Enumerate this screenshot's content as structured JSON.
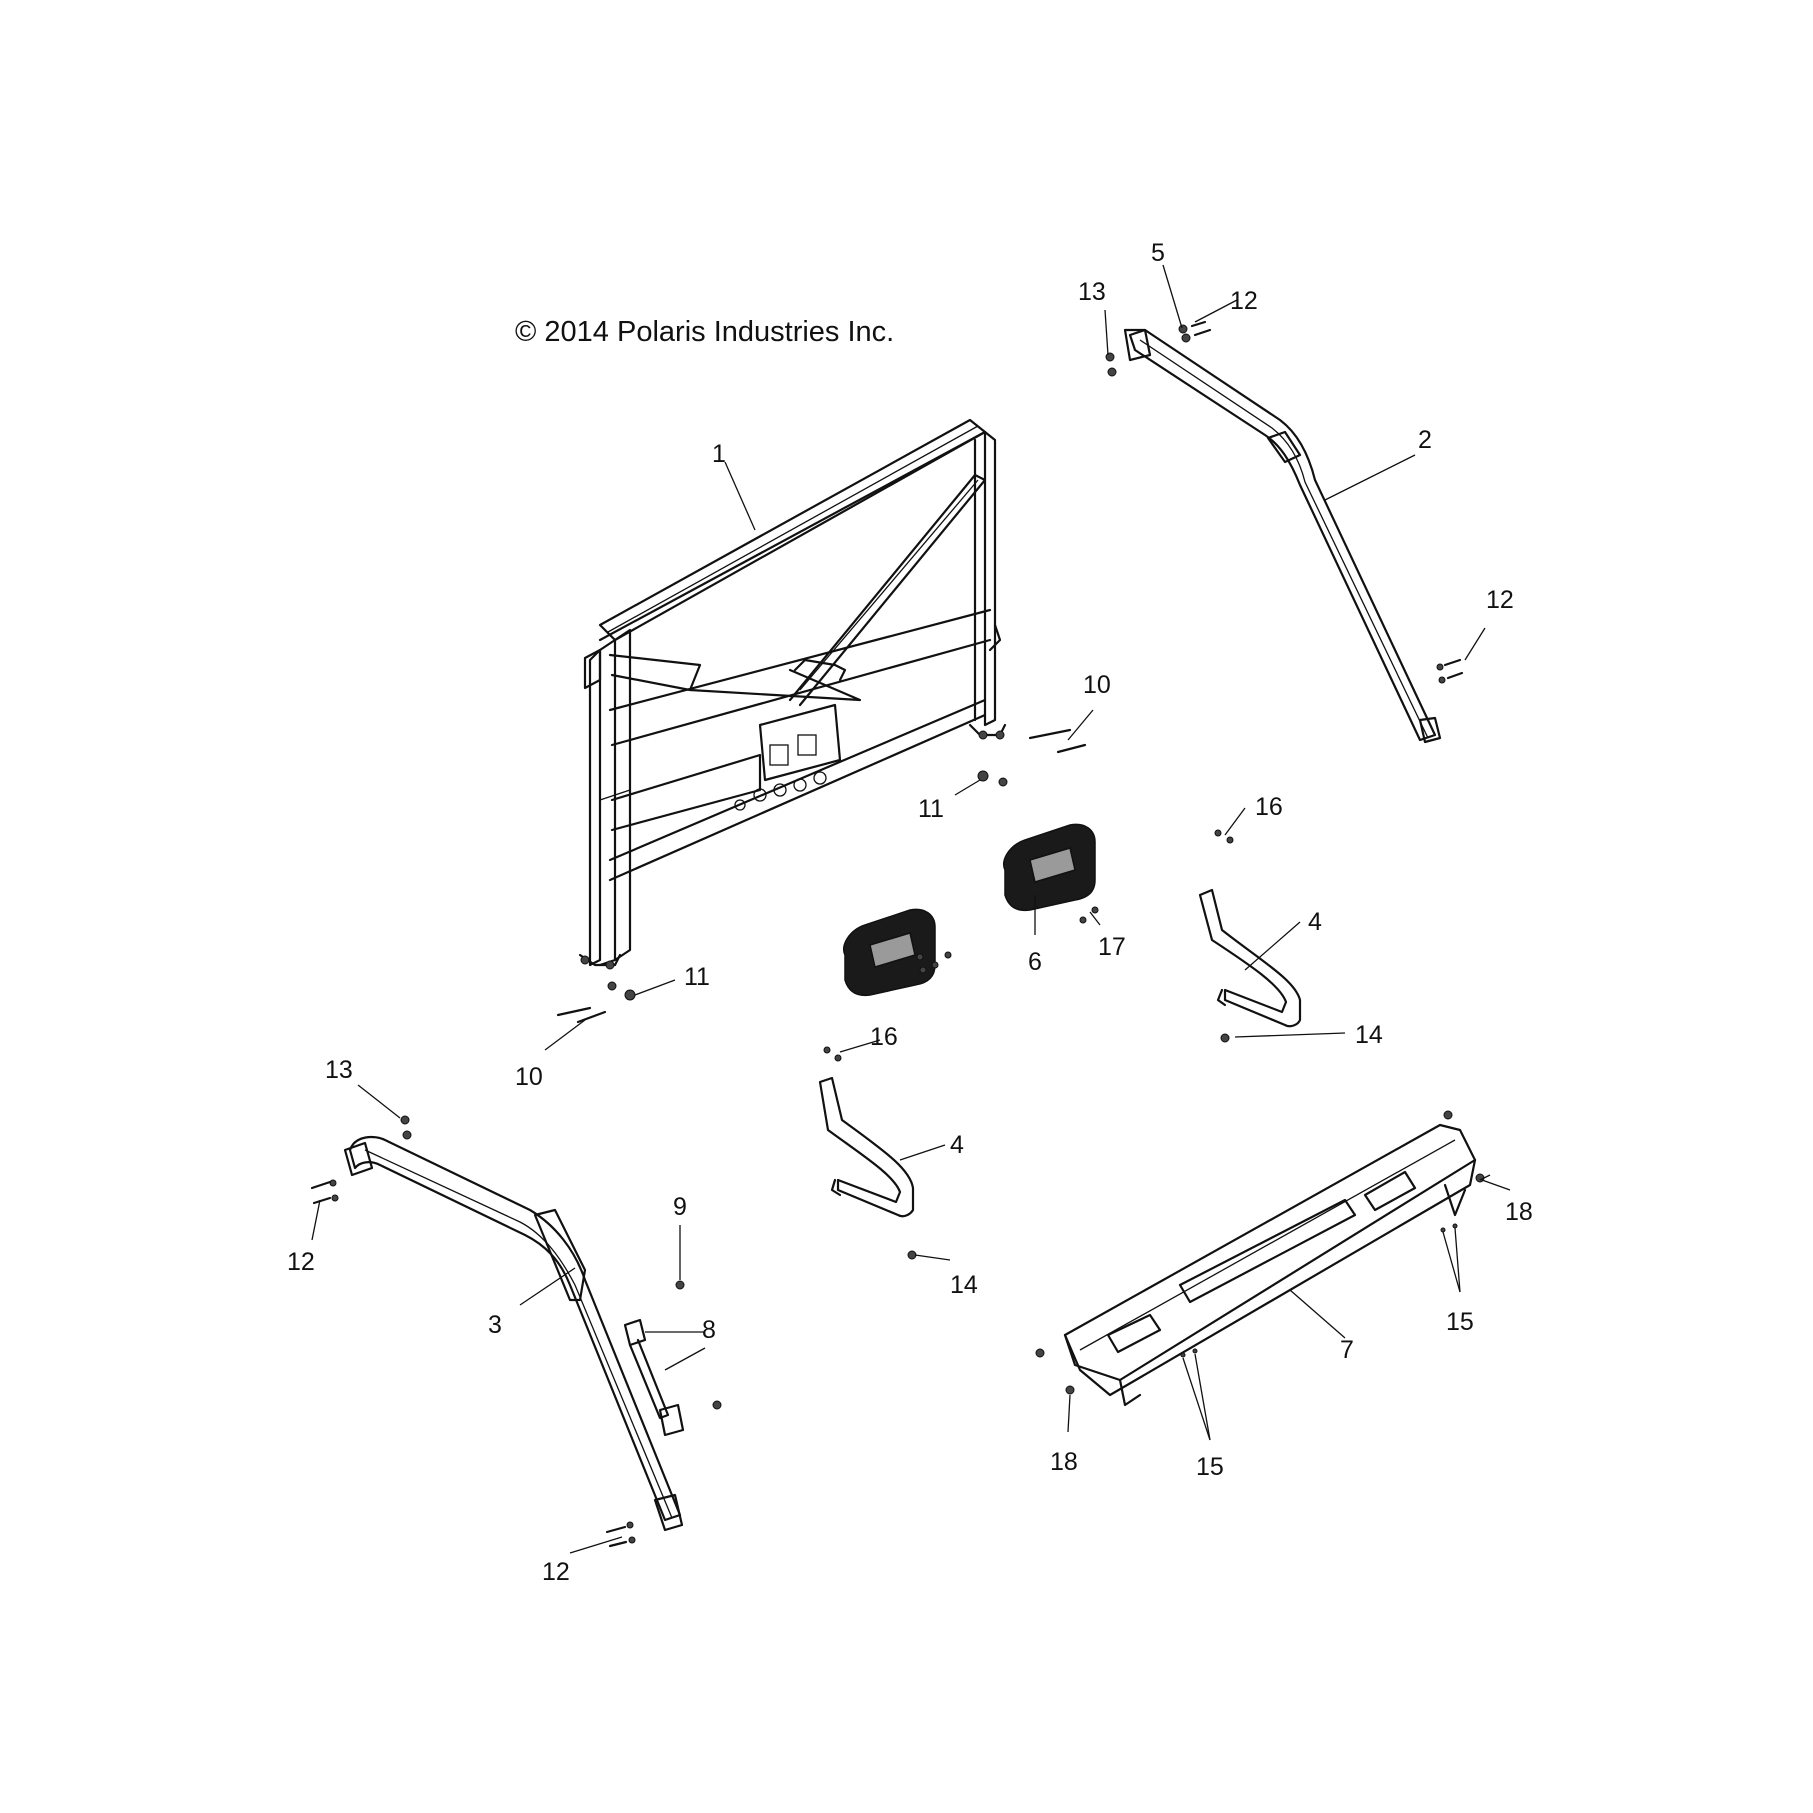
{
  "copyright": "© 2014 Polaris Industries Inc.",
  "callouts": {
    "c1": "1",
    "c2": "2",
    "c3": "3",
    "c4a": "4",
    "c4b": "4",
    "c5": "5",
    "c6": "6",
    "c7": "7",
    "c8": "8",
    "c9": "9",
    "c10a": "10",
    "c10b": "10",
    "c11a": "11",
    "c11b": "11",
    "c12a": "12",
    "c12b": "12",
    "c12c": "12",
    "c12d": "12",
    "c13a": "13",
    "c13b": "13",
    "c14a": "14",
    "c14b": "14",
    "c15a": "15",
    "c15b": "15",
    "c16a": "16",
    "c16b": "16",
    "c17": "17",
    "c18a": "18",
    "c18b": "18"
  }
}
